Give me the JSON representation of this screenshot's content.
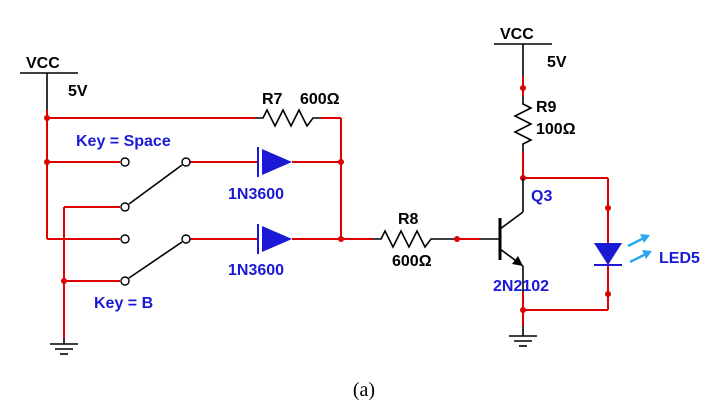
{
  "colors": {
    "wire": "#e00000",
    "label": "#000000",
    "accent": "#1a1ad6",
    "led": "#2aa8ee"
  },
  "left": {
    "vcc_label": "VCC",
    "vcc_value": "5V",
    "r7_name": "R7",
    "r7_value": "600Ω",
    "key_space": "Key = Space",
    "key_b": "Key = B",
    "d1_label": "1N3600",
    "d2_label": "1N3600"
  },
  "middle": {
    "r8_name": "R8",
    "r8_value": "600Ω"
  },
  "right": {
    "vcc_label": "VCC",
    "vcc_value": "5V",
    "r9_name": "R9",
    "r9_value": "100Ω",
    "q3_label": "Q3",
    "transistor_part": "2N2102",
    "led_label": "LED5"
  },
  "caption": "(a)"
}
